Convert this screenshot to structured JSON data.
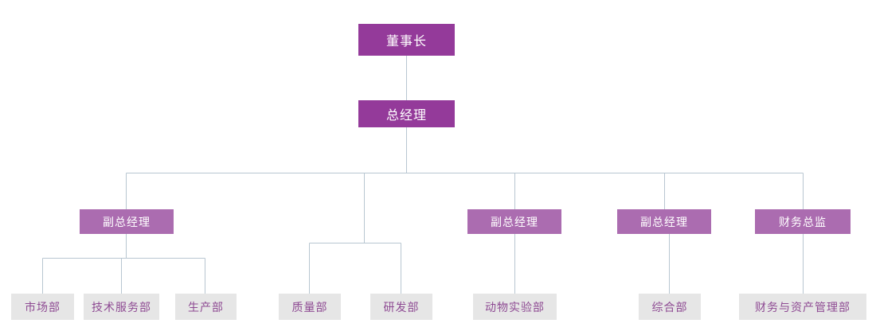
{
  "chart_data": {
    "type": "diagram",
    "title": "",
    "diagram_kind": "organization-chart",
    "orientation": "top-down",
    "colors": {
      "level1_box": "#943a9a",
      "level2_box": "#943a9a",
      "level3_box": "#ab6cb0",
      "level4_box": "#e6e6e6",
      "level1_text": "#ffffff",
      "level2_text": "#ffffff",
      "level3_text": "#ffffff",
      "level4_text": "#8e4a93",
      "connector_line": "#b8c6d1",
      "background": "#ffffff"
    },
    "nodes": [
      {
        "id": "n1",
        "label": "董事长",
        "level": 1,
        "parent": null
      },
      {
        "id": "n2",
        "label": "总经理",
        "level": 2,
        "parent": "n1"
      },
      {
        "id": "n3",
        "label": "副总经理",
        "level": 3,
        "parent": "n2"
      },
      {
        "id": "n4",
        "label": "副总经理",
        "level": 3,
        "parent": "n2"
      },
      {
        "id": "n5",
        "label": "副总经理",
        "level": 3,
        "parent": "n2"
      },
      {
        "id": "n6",
        "label": "财务总监",
        "level": 3,
        "parent": "n2"
      },
      {
        "id": "n7",
        "label": "市场部",
        "level": 4,
        "parent": "n3"
      },
      {
        "id": "n8",
        "label": "技术服务部",
        "level": 4,
        "parent": "n3"
      },
      {
        "id": "n9",
        "label": "生产部",
        "level": 4,
        "parent": "n3"
      },
      {
        "id": "n10",
        "label": "质量部",
        "level": 4,
        "parent": "n2"
      },
      {
        "id": "n11",
        "label": "研发部",
        "level": 4,
        "parent": "n2"
      },
      {
        "id": "n12",
        "label": "动物实验部",
        "level": 4,
        "parent": "n4"
      },
      {
        "id": "n13",
        "label": "综合部",
        "level": 4,
        "parent": "n5"
      },
      {
        "id": "n14",
        "label": "财务与资产管理部",
        "level": 4,
        "parent": "n6"
      }
    ]
  },
  "chart": {
    "level1": {
      "chairman": "董事长"
    },
    "level2": {
      "general_manager": "总经理"
    },
    "level3": {
      "deputy_gm_1": "副总经理",
      "deputy_gm_2": "副总经理",
      "deputy_gm_3": "副总经理",
      "cfo": "财务总监"
    },
    "level4": {
      "marketing": "市场部",
      "technical_service": "技术服务部",
      "production": "生产部",
      "quality": "质量部",
      "rd": "研发部",
      "animal_lab": "动物实验部",
      "general_affairs": "综合部",
      "finance_asset_management": "财务与资产管理部"
    }
  }
}
